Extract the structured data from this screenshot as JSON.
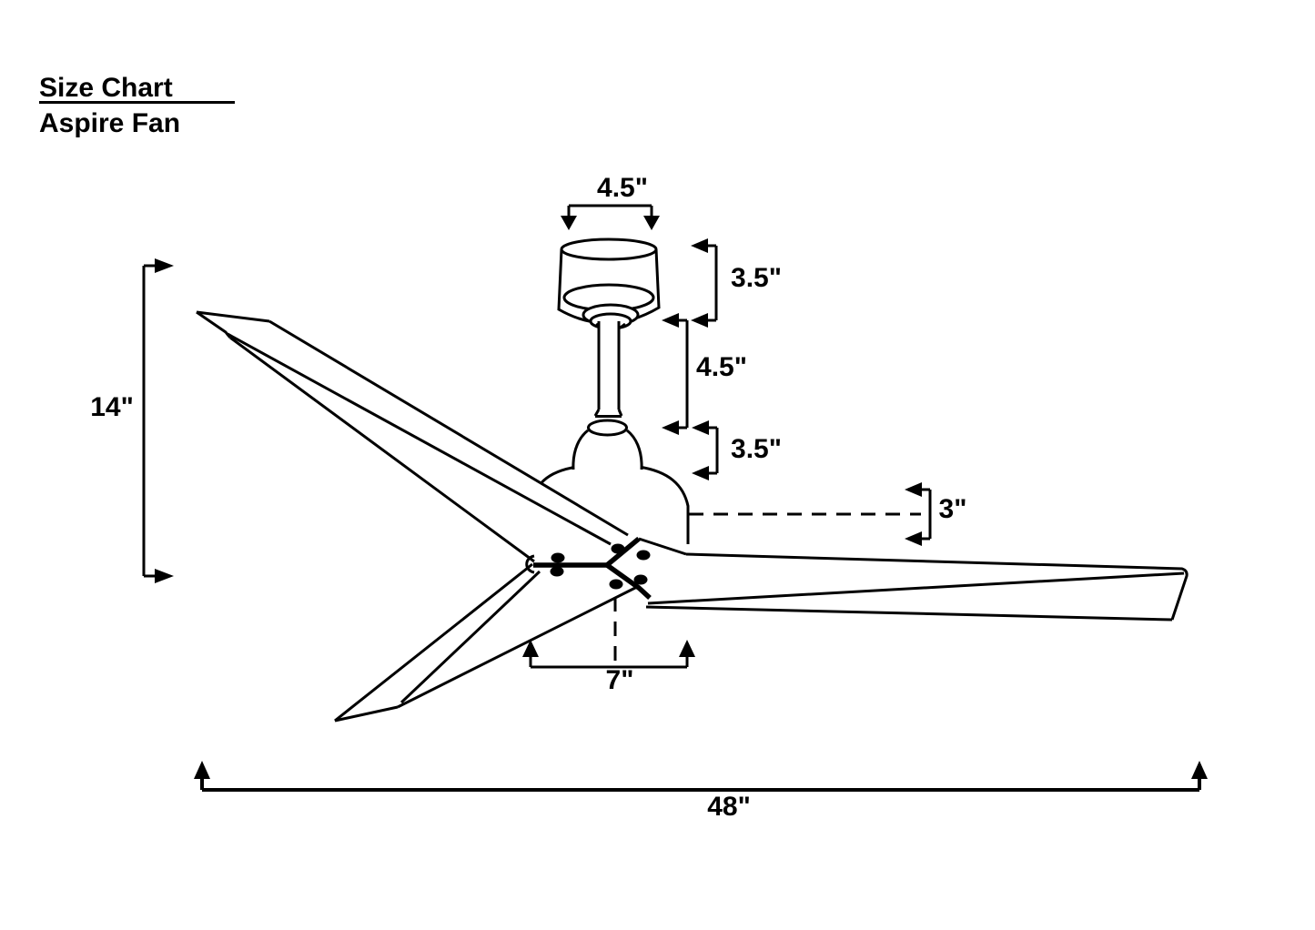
{
  "title": {
    "line1": "Size Chart",
    "line2": "Aspire Fan"
  },
  "dimension_labels": {
    "canopy_width": "4.5\"",
    "canopy_height": "3.5\"",
    "downrod_length": "4.5\"",
    "motor_top_height": "3.5\"",
    "motor_housing_height": "3\"",
    "overall_height": "14\"",
    "blade_width": "7\"",
    "blade_span": "48\""
  },
  "style": {
    "line_color": "#000000",
    "background": "#ffffff",
    "text_color": "#000000"
  }
}
